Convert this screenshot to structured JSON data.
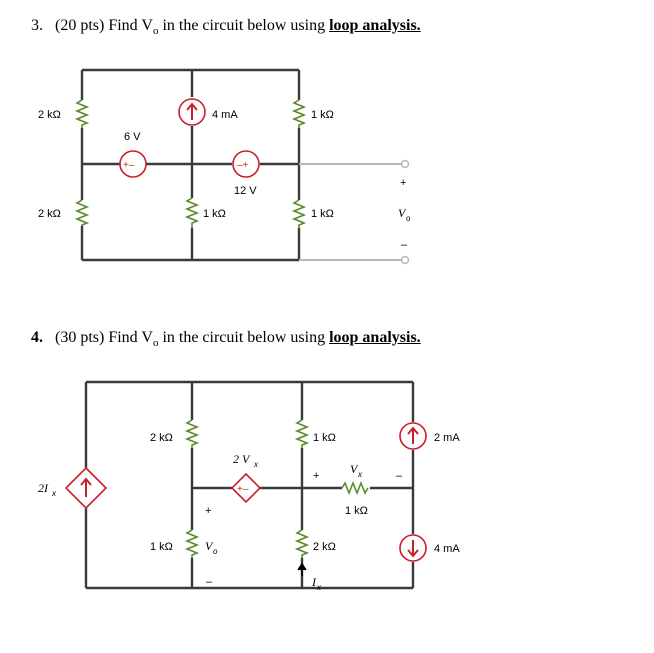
{
  "q3": {
    "number": "3.",
    "prefix": "(20 pts) Find V",
    "sub": "o",
    "middle": " in the circuit below using ",
    "emph": "loop analysis."
  },
  "q4": {
    "number": "4.",
    "prefix": "(30 pts) Find V",
    "sub": "o",
    "middle": " in the circuit below using ",
    "emph": "loop analysis."
  },
  "circuit3": {
    "r_left_top": "2 kΩ",
    "r_left_bottom": "2 kΩ",
    "src_current": "4 mA",
    "r_right_top": "1 kΩ",
    "src_6v": "6 V",
    "src_12v": "12 V",
    "r_mid_bottom": "1 kΩ",
    "r_right_bottom": "1 kΩ",
    "out_label": "V",
    "out_sub": "o",
    "plus": "+",
    "minus": "–"
  },
  "circuit4": {
    "dep_current": "2I",
    "dep_current_sub": "x",
    "r_mid_top": "2 kΩ",
    "dep_voltage": "2 V",
    "dep_voltage_sub": "x",
    "r_mid_bottom": "1 kΩ",
    "vo_label": "V",
    "vo_sub": "o",
    "r_right_top": "1 kΩ",
    "vx_label": "V",
    "vx_sub": "x",
    "r_horizontal": "1 kΩ",
    "r_right_bottom": "2 kΩ",
    "ix_label": "I",
    "ix_sub": "x",
    "src_2ma": "2 mA",
    "src_4ma": "4 mA",
    "plus": "+",
    "minus": "–"
  }
}
